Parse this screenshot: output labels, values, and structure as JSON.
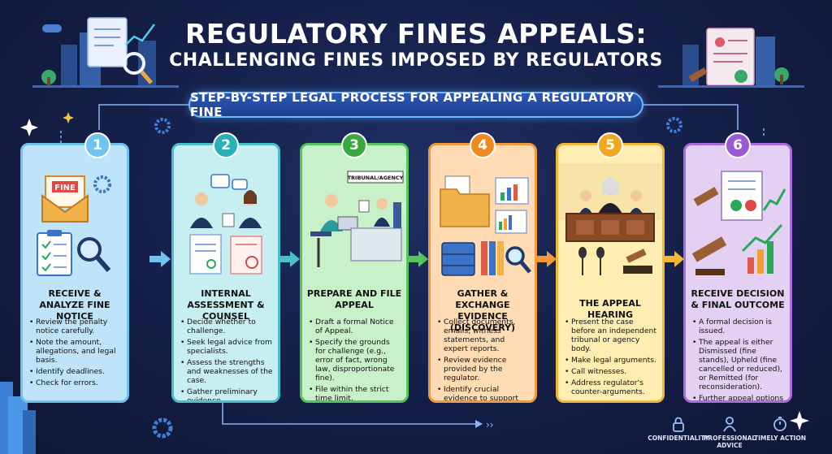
{
  "title_line1": "REGULATORY FINES APPEALS:",
  "title_line2": "CHALLENGING FINES IMPOSED BY REGULATORS",
  "banner": "STEP-BY-STEP LEGAL PROCESS FOR APPEALING A REGULATORY FINE",
  "colors": {
    "step1": "#6fc3ee",
    "step2": "#49c1c8",
    "step3": "#56c45c",
    "step4": "#f49a3a",
    "step5": "#f4b836",
    "step6": "#a66ddb"
  },
  "steps": [
    {
      "number": "1",
      "title": "RECEIVE & ANALYZE FINE NOTICE",
      "illustration_text": "FINE",
      "bullets": [
        "Review the penalty notice carefully.",
        "Note the amount, allegations, and legal basis.",
        "Identify deadlines.",
        "Check for errors."
      ]
    },
    {
      "number": "2",
      "title": "INTERNAL ASSESSMENT & COUNSEL",
      "bullets": [
        "Decide whether to challenge.",
        "Seek legal advice from specialists.",
        "Assess the strengths and weaknesses of the case.",
        "Gather preliminary evidence."
      ]
    },
    {
      "number": "3",
      "title": "PREPARE AND FILE APPEAL",
      "illustration_text": "TRIBUNAL/AGENCY",
      "bullets": [
        "Draft a formal Notice of Appeal.",
        "Specify the grounds for challenge (e.g., error of fact, wrong law, disproportionate fine).",
        "File within the strict time limit."
      ]
    },
    {
      "number": "4",
      "title": "GATHER & EXCHANGE EVIDENCE (DISCOVERY)",
      "bullets": [
        "Collect documents, emails, witness statements, and expert reports.",
        "Review evidence provided by the regulator.",
        "Identify crucial evidence to support arguments."
      ]
    },
    {
      "number": "5",
      "title": "THE APPEAL HEARING",
      "bullets": [
        "Present the case before an independent tribunal or agency body.",
        "Make legal arguments.",
        "Call witnesses.",
        "Address regulator's counter-arguments."
      ]
    },
    {
      "number": "6",
      "title": "RECEIVE DECISION & FINAL OUTCOME",
      "bullets": [
        "A formal decision is issued.",
        "The appeal is either Dismissed (fine stands), Upheld (fine cancelled or reduced), or Remitted (for reconsideration).",
        "Further appeal options may exist to courts."
      ]
    }
  ],
  "footer": [
    {
      "label": "CONFIDENTIALITY",
      "icon": "lock-icon"
    },
    {
      "label": "PROFESSIONAL ADVICE",
      "icon": "advisor-icon"
    },
    {
      "label": "TIMELY ACTION",
      "icon": "stopwatch-icon"
    }
  ]
}
